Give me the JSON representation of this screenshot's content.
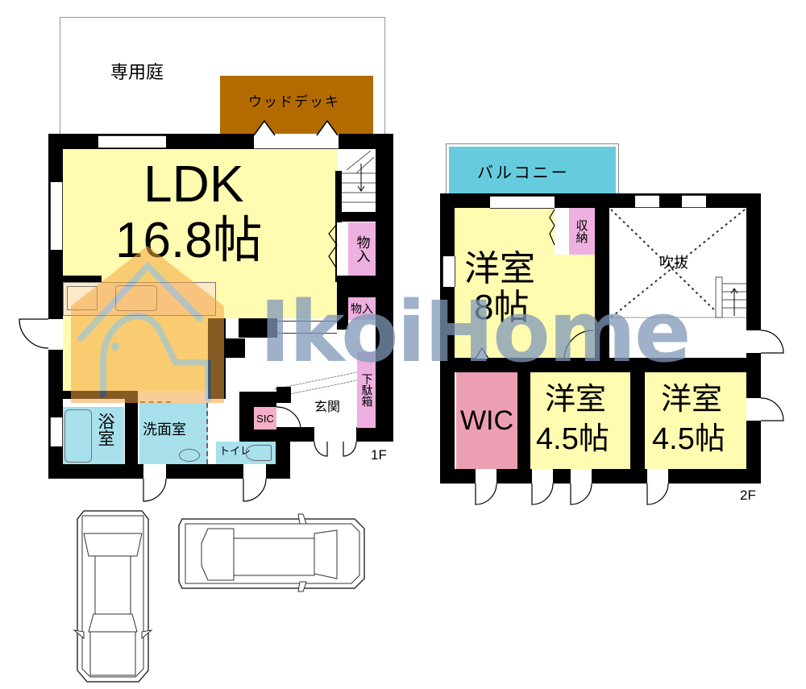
{
  "floor_1f": {
    "label": "1F",
    "garden": "専用庭",
    "wood_deck": "ウッドデッキ",
    "ldk": {
      "name": "LDK",
      "size": "16.8帖"
    },
    "storage_1": "物入",
    "storage_2": "物入",
    "shoe_box": "下駄箱",
    "entrance": "玄関",
    "sic": "SIC",
    "bath": "浴室",
    "washroom": "洗面室",
    "toilet": "トイレ"
  },
  "floor_2f": {
    "label": "2F",
    "balcony": "バルコニー",
    "western_room_1": {
      "name": "洋室",
      "size": "8帖"
    },
    "storage": "収納",
    "void": "吹抜",
    "wic": "WIC",
    "western_room_2": {
      "name": "洋室",
      "size": "4.5帖"
    },
    "western_room_3": {
      "name": "洋室",
      "size": "4.5帖"
    }
  },
  "parking": {
    "cars": 2
  },
  "watermark": {
    "text": "IkoiHome"
  },
  "colors": {
    "ldk": "#fffbb0",
    "storage": "#eeb0e0",
    "wic": "#ec9fb2",
    "wet_area": "#a8e0ec",
    "balcony": "#66ccdd",
    "wood_deck": "#b36b00",
    "wall": "#000000",
    "watermark_text": "#7f98b8",
    "watermark_logo": "#f5b95a"
  }
}
